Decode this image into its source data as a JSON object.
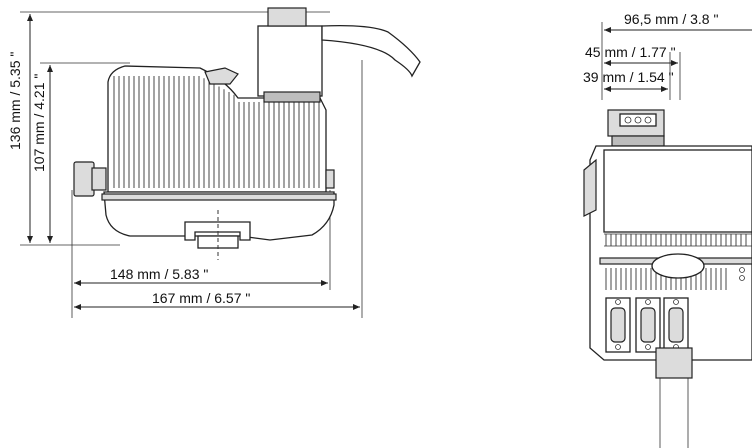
{
  "side_view": {
    "dim_height_total": "136 mm / 5.35 \"",
    "dim_height_body": "107 mm / 4.21 \"",
    "dim_width_body": "148 mm / 5.83 \"",
    "dim_width_total": "167 mm / 6.57 \""
  },
  "front_view": {
    "dim_width_total": "96,5 mm / 3.8 \"",
    "dim_width_mid": "45 mm / 1.77 \"",
    "dim_width_small": "39 mm / 1.54 \""
  }
}
